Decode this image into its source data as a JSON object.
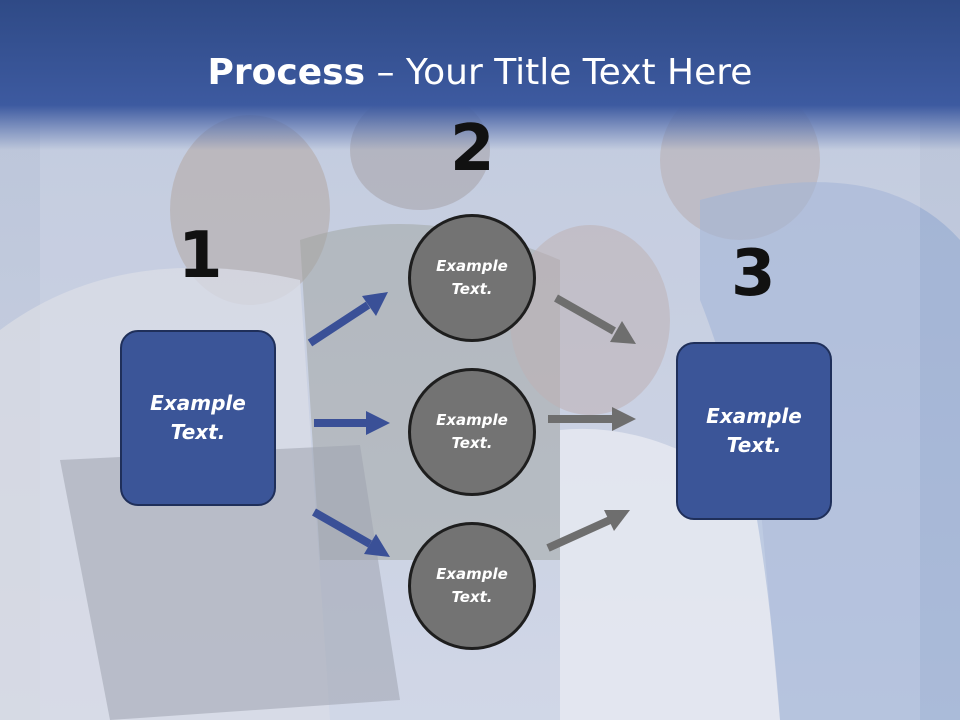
{
  "title": {
    "bold": "Process",
    "rest": " – Your Title Text Here"
  },
  "steps": {
    "one": "1",
    "two": "2",
    "three": "3"
  },
  "boxes": {
    "left": "Example Text.",
    "right": "Example Text."
  },
  "circles": [
    "Example Text.",
    "Example Text.",
    "Example Text."
  ],
  "colors": {
    "header": "#3d5aa0",
    "box": "#3b5598",
    "circle": "#737373",
    "arrow_blue": "#3a5097",
    "arrow_gray": "#6e6e6e"
  }
}
